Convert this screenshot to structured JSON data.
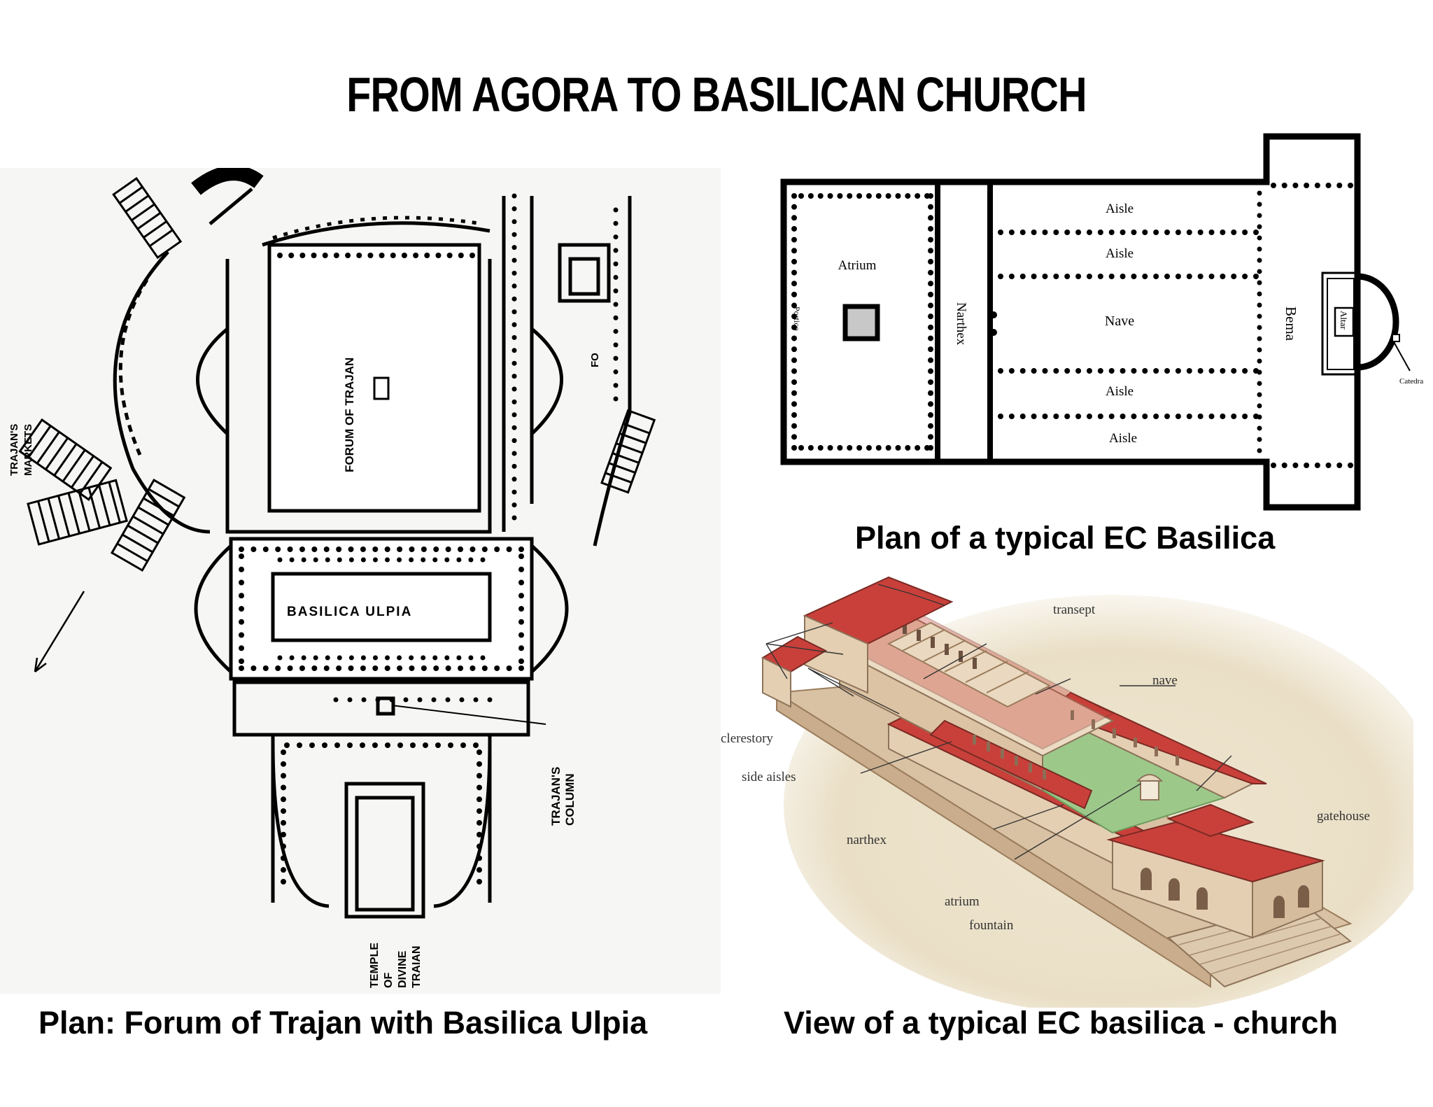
{
  "title": "FROM AGORA TO BASILICAN CHURCH",
  "forum_plan": {
    "caption": "Plan: Forum of Trajan with Basilica Ulpia",
    "labels": {
      "markets": [
        "TRAJAN'S",
        "MARKETS"
      ],
      "forum": "FORUM OF TRAJAN",
      "basilica": "BASILICA ULPIA",
      "column": [
        "TRAJAN'S",
        "COLUMN"
      ],
      "temple": [
        "TEMPLE",
        "OF",
        "DIVINE",
        "TRAIAN"
      ],
      "fo": "FO"
    }
  },
  "basilica_plan": {
    "caption": "Plan of a typical EC Basilica",
    "labels": {
      "aisle": "Aisle",
      "atrium": "Atrium",
      "portico": "Portico",
      "narthex": "Narthex",
      "nave": "Nave",
      "bema": "Bema",
      "altar": "Altar",
      "catedra": "Catedra"
    }
  },
  "basilica_view": {
    "caption": "View of a typical EC basilica - church",
    "labels": {
      "transept": "transept",
      "nave": "nave",
      "clerestory": "clerestory",
      "side_aisles": "side aisles",
      "narthex": "narthex",
      "gatehouse": "gatehouse",
      "atrium": "atrium",
      "fountain": "fountain"
    }
  },
  "colors": {
    "roof": "#c9403a",
    "wall": "#e9d6bd",
    "wall_shade": "#cfb597",
    "courtyard": "#9cc98a",
    "ground": "#e8ddc6"
  }
}
